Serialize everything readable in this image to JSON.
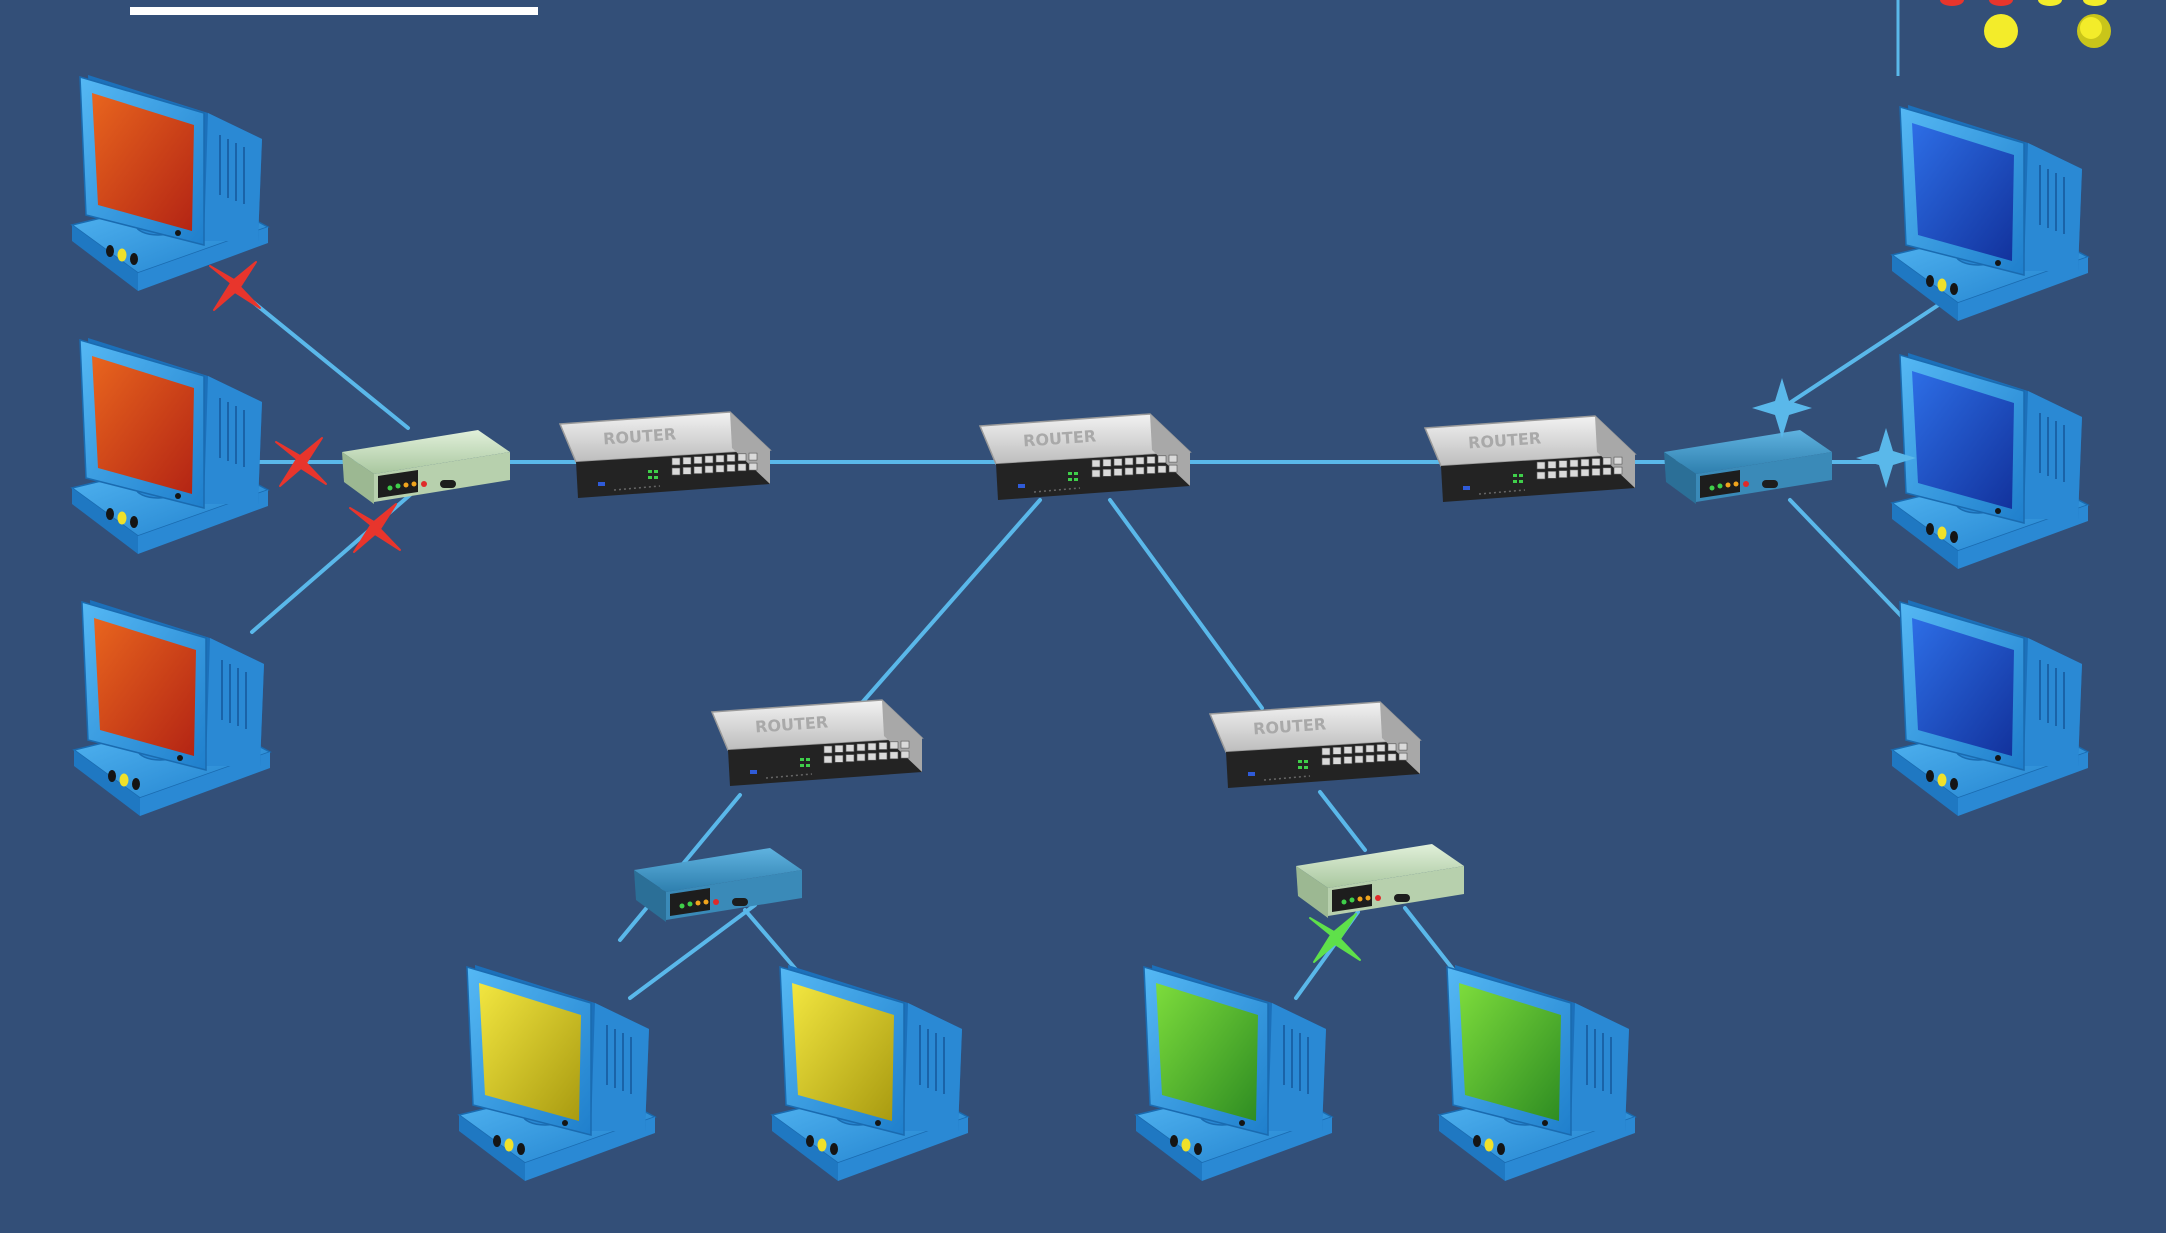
{
  "colors": {
    "background": "#334f78",
    "link": "#5ab8ea",
    "red_screen": "#d8401c",
    "blue_screen": "#1c4fd0",
    "yellow_screen": "#e4d22a",
    "green_screen": "#4fc236",
    "marker_red": "#e8352c",
    "marker_green": "#5fe04a",
    "marker_blue": "#5ab8ea",
    "router_body": "#d6d6d6",
    "switch_green": "#c9e0c0",
    "switch_blue": "#3f95c4",
    "dot_yellow": "#f3ec2a"
  },
  "router_label": "ROUTER",
  "routers": [
    {
      "id": "r-left"
    },
    {
      "id": "r-center"
    },
    {
      "id": "r-right"
    },
    {
      "id": "r-bottom-left"
    },
    {
      "id": "r-bottom-right"
    }
  ],
  "switches": [
    {
      "id": "sw-left",
      "color": "green"
    },
    {
      "id": "sw-right",
      "color": "blue"
    },
    {
      "id": "sw-bottom-left",
      "color": "blue"
    },
    {
      "id": "sw-bottom-right",
      "color": "green"
    }
  ],
  "computers": [
    {
      "id": "pc-left-1",
      "screen": "red"
    },
    {
      "id": "pc-left-2",
      "screen": "red"
    },
    {
      "id": "pc-left-3",
      "screen": "red"
    },
    {
      "id": "pc-right-1",
      "screen": "blue"
    },
    {
      "id": "pc-right-2",
      "screen": "blue"
    },
    {
      "id": "pc-right-3",
      "screen": "blue"
    },
    {
      "id": "pc-bottom-1",
      "screen": "yellow"
    },
    {
      "id": "pc-bottom-2",
      "screen": "yellow"
    },
    {
      "id": "pc-bottom-3",
      "screen": "green"
    },
    {
      "id": "pc-bottom-4",
      "screen": "green"
    }
  ],
  "markers": [
    {
      "id": "x-left-1",
      "type": "x",
      "color": "red"
    },
    {
      "id": "x-left-2",
      "type": "x",
      "color": "red"
    },
    {
      "id": "x-left-3",
      "type": "x",
      "color": "red"
    },
    {
      "id": "x-bottom",
      "type": "x",
      "color": "green"
    },
    {
      "id": "star-right-1",
      "type": "star",
      "color": "blue"
    },
    {
      "id": "star-right-2",
      "type": "star",
      "color": "blue"
    }
  ]
}
